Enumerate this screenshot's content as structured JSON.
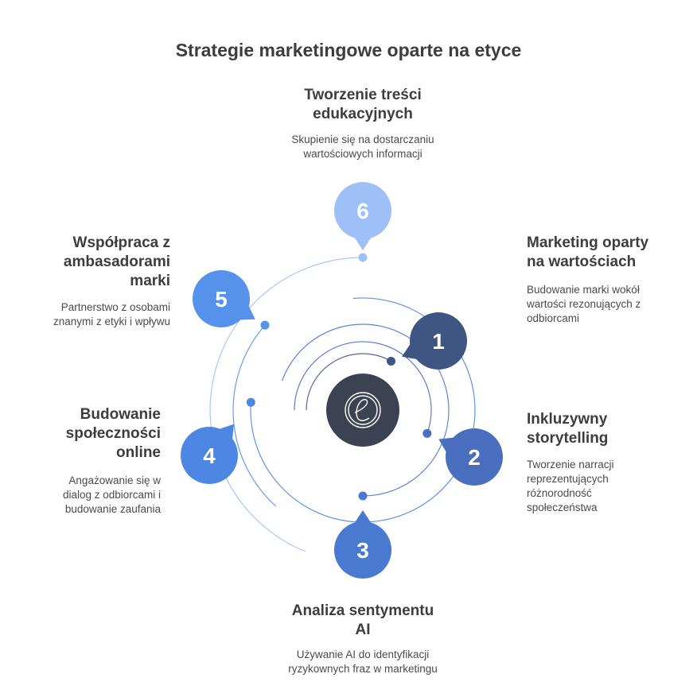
{
  "title": "Strategie marketingowe oparte na etyce",
  "center_icon": "ethics-e-icon",
  "colors": {
    "step1": "#3f5683",
    "step2": "#4a6fbf",
    "step3": "#4a79d0",
    "step4": "#4d87e3",
    "step5": "#5692ec",
    "step6": "#9ec0f7",
    "center": "#3b4252",
    "ring": "#5c7fcc"
  },
  "steps": [
    {
      "number": "1",
      "title_lines": [
        "Marketing oparty",
        "na wartościach"
      ],
      "desc_lines": [
        "Budowanie marki wokół",
        "wartości rezonujących z",
        "odbiorcami"
      ]
    },
    {
      "number": "2",
      "title_lines": [
        "Inkluzywny",
        "storytelling"
      ],
      "desc_lines": [
        "Tworzenie narracji",
        "reprezentujących",
        "różnorodność",
        "społeczeństwa"
      ]
    },
    {
      "number": "3",
      "title_lines": [
        "Analiza sentymentu",
        "AI"
      ],
      "desc_lines": [
        "Używanie AI do identyfikacji",
        "ryzykownych fraz w marketingu"
      ]
    },
    {
      "number": "4",
      "title_lines": [
        "Budowanie",
        "społeczności",
        "online"
      ],
      "desc_lines": [
        "Angażowanie się w",
        "dialog z odbiorcami i",
        "budowanie zaufania"
      ]
    },
    {
      "number": "5",
      "title_lines": [
        "Współpraca z",
        "ambasadorami",
        "marki"
      ],
      "desc_lines": [
        "Partnerstwo z osobami",
        "znanymi z etyki i wpływu"
      ]
    },
    {
      "number": "6",
      "title_lines": [
        "Tworzenie treści",
        "edukacyjnych"
      ],
      "desc_lines": [
        "Skupienie się na dostarczaniu",
        "wartościowych informacji"
      ]
    }
  ]
}
